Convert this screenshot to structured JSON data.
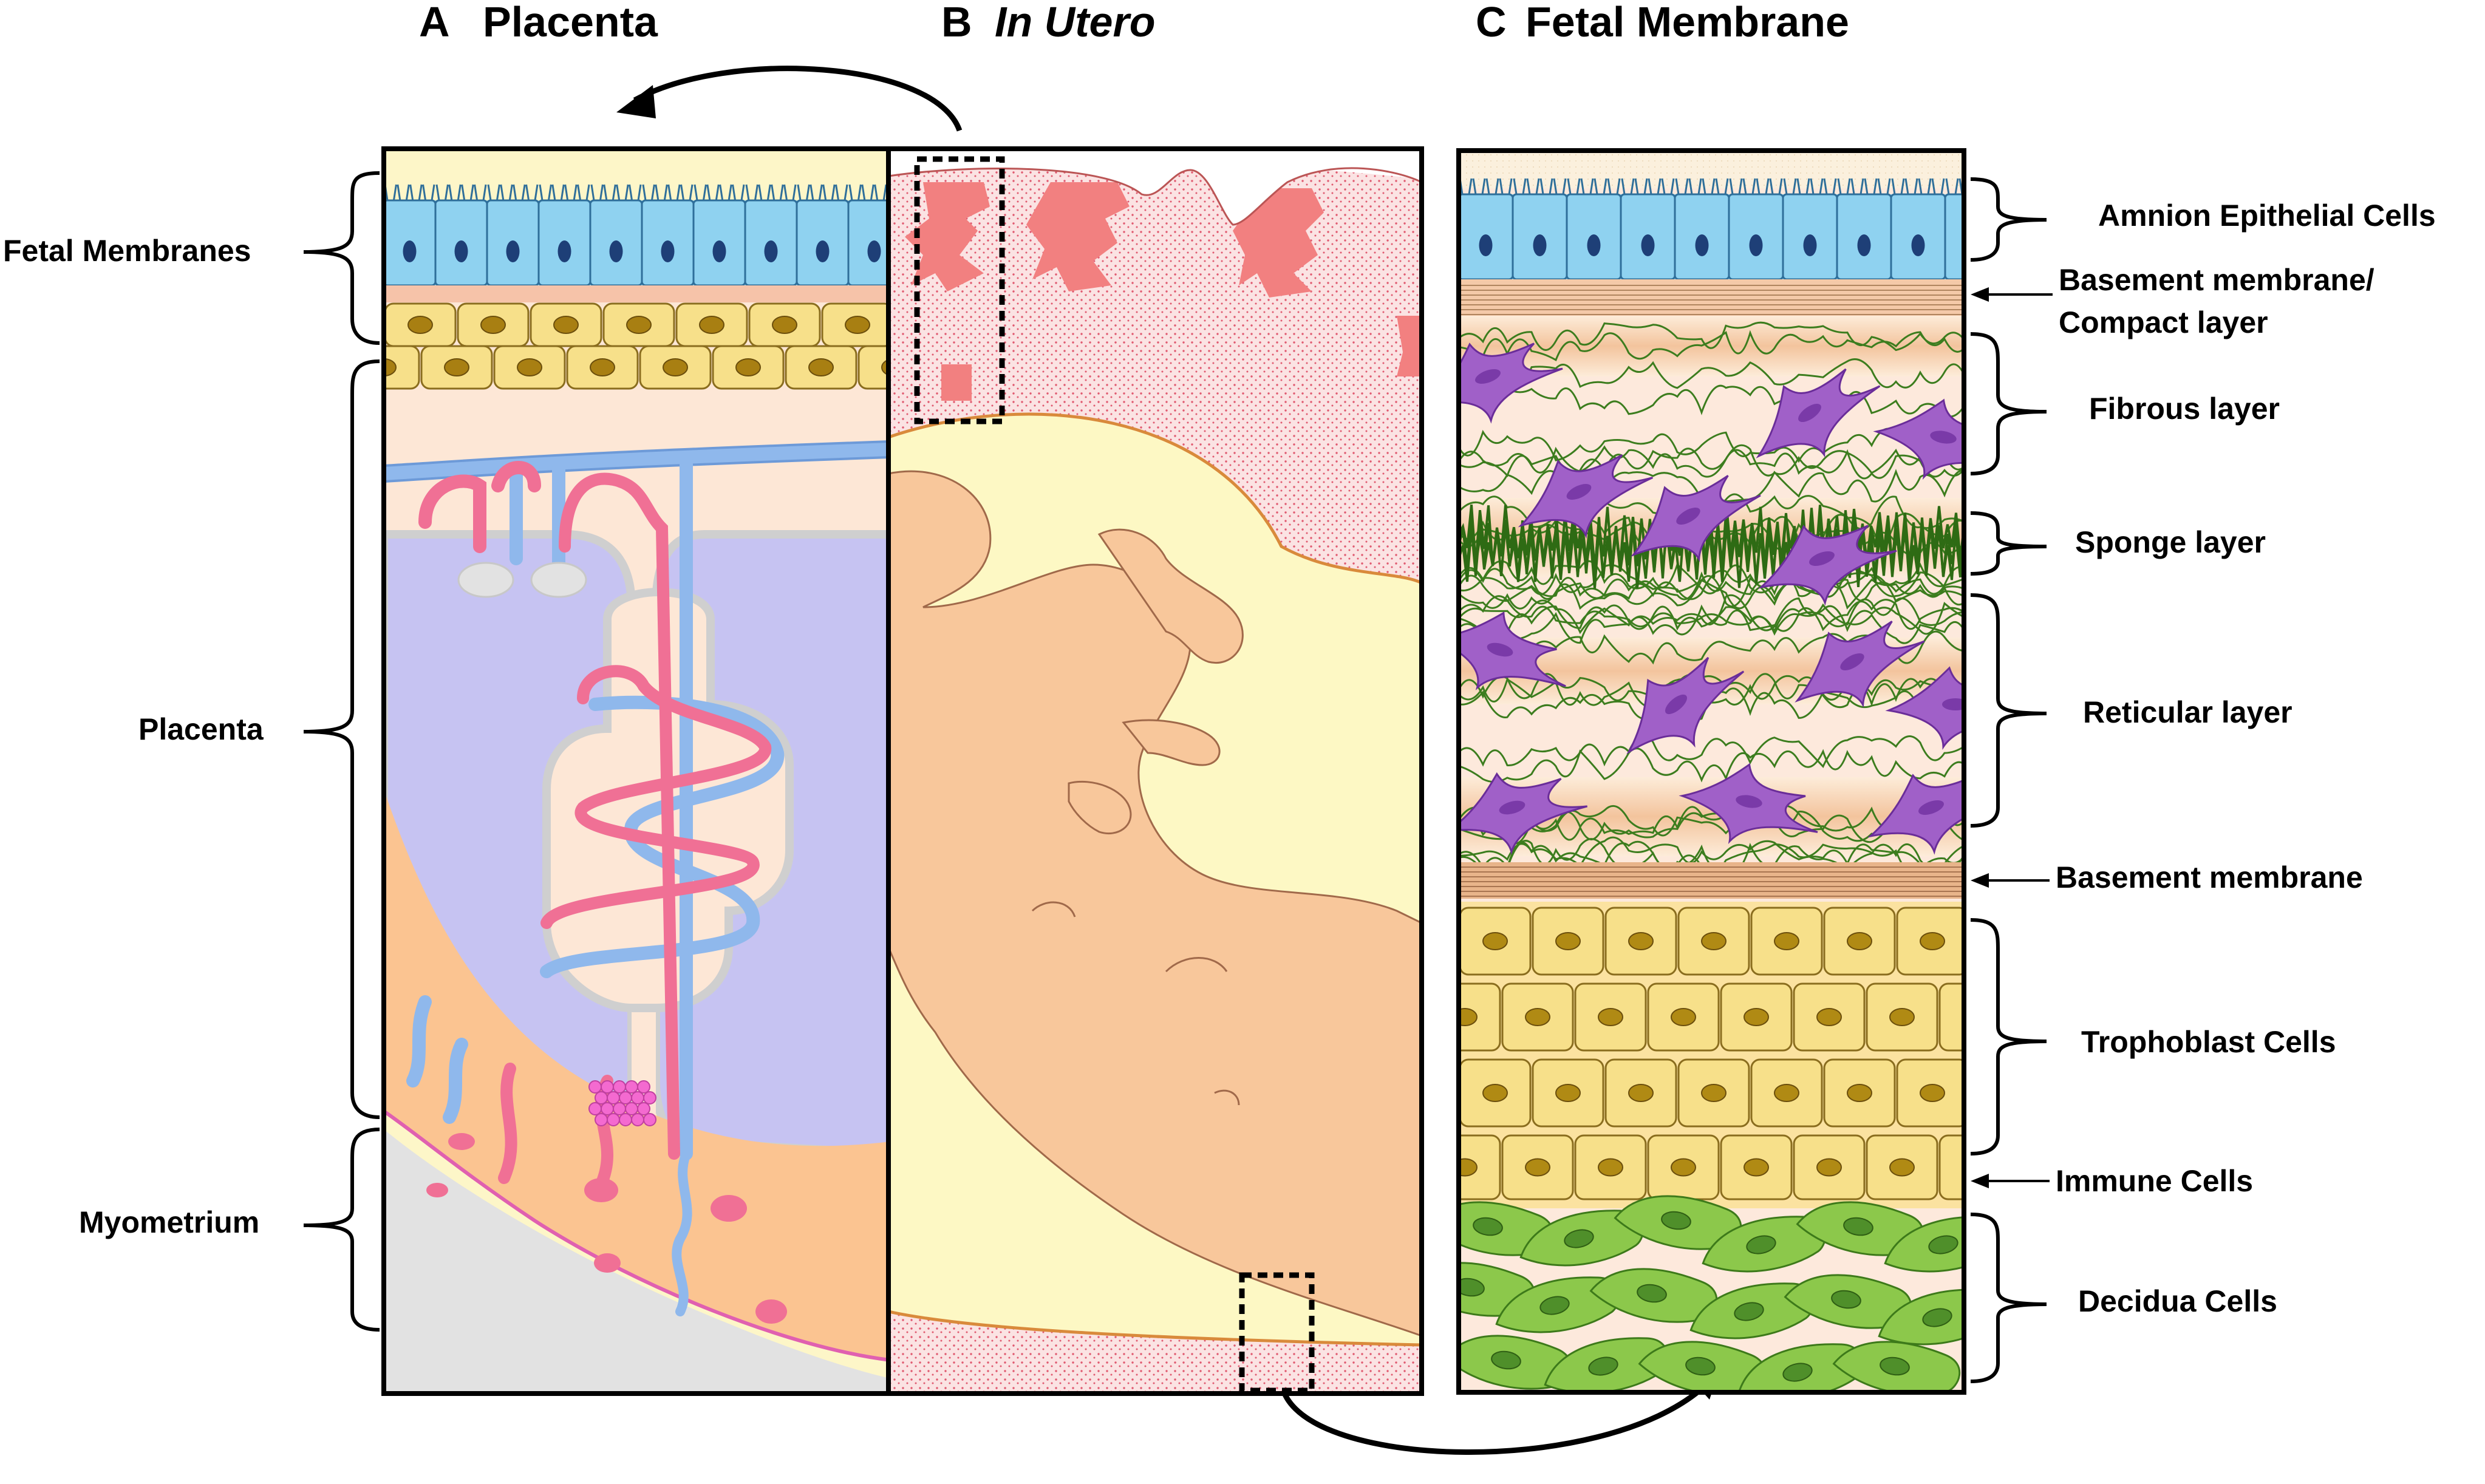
{
  "panels": [
    {
      "letter": "A",
      "title": "Placenta"
    },
    {
      "letter": "B",
      "title": "In Utero"
    },
    {
      "letter": "C",
      "title": "Fetal Membrane"
    }
  ],
  "left_labels": {
    "fetal_membranes": "Fetal Membranes",
    "placenta": "Placenta",
    "myometrium": "Myometrium"
  },
  "right_labels": {
    "amnion": "Amnion Epithelial Cells",
    "basement_compact_1": "Basement membrane/",
    "basement_compact_2": "Compact layer",
    "fibrous": "Fibrous layer",
    "sponge": "Sponge layer",
    "reticular": "Reticular layer",
    "basement": "Basement membrane",
    "trophoblast": "Trophoblast Cells",
    "immune": "Immune Cells",
    "decidua": "Decidua Cells"
  },
  "colors": {
    "amnion": "#8fd2f0",
    "trophoblast": "#f7e08a",
    "decidua": "#8cc84b",
    "villus": "#c6c3f2",
    "artery": "#f07095",
    "vein": "#8fb8ec",
    "fetus": "#f8c79b",
    "placenta_pink": "#f7a3a3",
    "fibroblast": "#a060c8",
    "collagen": "#3c7d1e",
    "background_cream": "#fdf6c8"
  }
}
